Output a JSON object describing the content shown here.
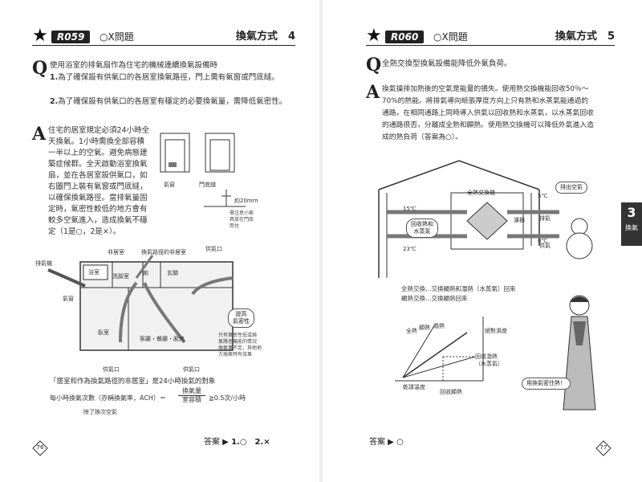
{
  "left": {
    "code": "R059",
    "ox": "○X問題",
    "topic": "換氣方式　4",
    "q_mark": "Q",
    "question": "使用浴室的排氣扇作為住宅的機械連續換氣設備時",
    "items": [
      {
        "num": "1.",
        "text": "為了確保設有供氣口的各居室換氣路徑，門上需有氣窗或門底縫。"
      },
      {
        "num": "2.",
        "text": "為了確保設有供氣口的各居室有穩定的必要換氣量，需降低氣密性。"
      }
    ],
    "a_mark": "A",
    "answer_lines": [
      "住宅的居室規定必須24小時全",
      "天換氣。1小時需換全部容積",
      "一半以上的空氣。避免病態建",
      "築症候群。全天啟動浴室換氣",
      "扇，並在各居室設供氣口，如",
      "右圖門上裝有氣窗或門底縫，",
      "以確保換氣路徑。當排氣量固",
      "定時，氣密性較低的地方會有",
      "較多空氣進入，造成換氣不穩",
      "定（1是○，2是×）。"
    ],
    "door_labels": {
      "transom": "氣窗",
      "undercut": "門底縫",
      "gap": "約20mm",
      "note": "需注意小家\n具放在門底\n而住"
    },
    "plan_labels": {
      "fan": "排氣機",
      "non_living": "非居室",
      "path": "換氣路徑的非居室",
      "supply1": "供氣口",
      "bath": "浴室",
      "washroom": "洗臉室",
      "toilet": "廁",
      "entrance": "玄關",
      "bedroom": "臥室",
      "living": "客廳・餐廳・廚房",
      "transom": "氣窗",
      "high_air": "提高\n氣密性",
      "note": "只有氣密性低或換\n氣路徑機能的情況\n換氣量不足，其他地\n方換氣時有效果",
      "supply2": "供氣口",
      "supply3": "供氣口"
    },
    "formula_title": "「居室和作為換氣路徑的非居室」是24小時換氣的對象",
    "formula_lhs": "每小時換氣次數（亦稱換氣率，ACH）＝",
    "formula_num": "換氣量",
    "formula_den": "室容積",
    "formula_rhs": "≧0.5次/小時",
    "formula_note": "除了換次空氣",
    "footer_label": "答案 ▶",
    "footer_answer": "1.○　2.×",
    "page_no": "76"
  },
  "right": {
    "code": "R060",
    "ox": "○X問題",
    "topic": "換氣方式　5",
    "q_mark": "Q",
    "question": "全熱交換型換氣設備能降低外氣負荷。",
    "a_mark": "A",
    "answer_lines": [
      "換氣操排加熱後的空氣是能量的損失。使用熱交換機能回收50％～",
      "70%的熱能。將排氣導向紙張厚度方向上只有熱和水蒸氣能通過的",
      "通路，在相同通路上同時導入供氣以回收熱和水蒸氣，以水蒸氣回收",
      "的通路很否，分離成全熱和顯熱。使用熱交換機可以降低外氣進入造",
      "成的熱負荷（答案為○）。"
    ],
    "diagram": {
      "exchanger": "全熱交換機",
      "filter": "濾器",
      "exhaust": "排氣",
      "supply": "供氣",
      "t_in": "15℃",
      "t_out_hot": "5℃",
      "t_room": "23℃",
      "t_cold": "0℃",
      "recover": "回收熱和\n水蒸氣",
      "dirty": "排出空氣"
    },
    "def1": "全熱交換…交換顯熱和潛熱（水蒸氣）回來",
    "def2": "顯熱交換…交換顯熱回來",
    "chart_labels": {
      "full": "全熱",
      "sensible": "顯熱",
      "latent": "潛熱",
      "y": "絕對濕度",
      "x": "乾球溫度",
      "recover_latent": "回收潛熱\n（水蒸氣）",
      "recover_sensible": "回收顯熱"
    },
    "speech": "用換氣密住熱！",
    "footer_label": "答案 ▶",
    "footer_answer": "○",
    "page_no": "77"
  },
  "side_tab": {
    "num": "3",
    "label": "換氣"
  }
}
